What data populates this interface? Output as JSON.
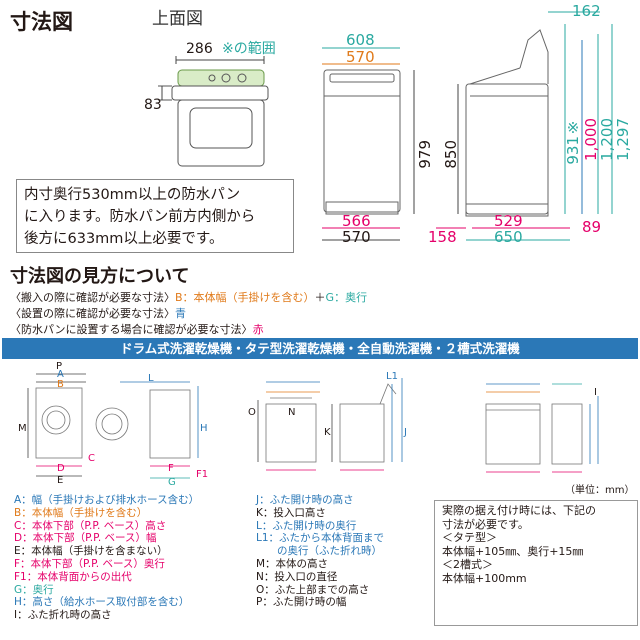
{
  "header": {
    "title": "寸法図",
    "subtitle": "上面図"
  },
  "top_view": {
    "width_label": "286",
    "range_label": "※の範囲",
    "depth_label": "83"
  },
  "note": {
    "lines": [
      "内寸奥行530mm以上の防水パン",
      "に入ります。防水パン前方内側から",
      "後方に633mm以上必要です。"
    ]
  },
  "front_view": {
    "top_width_608": "608",
    "top_width_570": "570",
    "height_979": "979",
    "bottom_566": "566",
    "bottom_570": "570"
  },
  "side_view": {
    "top_162": "162",
    "h_850": "850",
    "h_931": "931※",
    "h_1000": "1,000",
    "h_1200": "1,200",
    "h_1297": "1,297",
    "left_158": "158",
    "bottom_529": "529",
    "bottom_650": "650",
    "right_89": "89"
  },
  "howto": {
    "title": "寸法図の見方について",
    "line1": {
      "a": "〈搬入の際に確認が必要な寸法〉",
      "b": "B：本体幅（手掛けを含む）",
      "c": "＋",
      "d": "G：奥行"
    },
    "line2": {
      "a": "〈設置の際に確認が必要な寸法〉",
      "b": "青"
    },
    "line3": {
      "a": "〈防水パンに設置する場合に確認が必要な寸法〉",
      "b": "赤"
    }
  },
  "banner": "ドラム式洗濯乾燥機・タテ型洗濯乾燥機・全自動洗濯機・２槽式洗濯機",
  "diagram_letters": [
    "P",
    "A",
    "B",
    "L",
    "M",
    "H",
    "C",
    "D",
    "E",
    "F",
    "F1",
    "G",
    "K",
    "J",
    "L1",
    "N",
    "O",
    "I"
  ],
  "legend_left": [
    {
      "text": "A：幅（手掛けおよび排水ホース含む）",
      "color": "#2b78b7"
    },
    {
      "text": "B：本体幅（手掛けを含む）",
      "color": "#e07a1a"
    },
    {
      "text": "C：本体下部（P.P. ベース）高さ",
      "color": "#e5006a"
    },
    {
      "text": "D：本体下部（P.P. ベース）幅",
      "color": "#e5006a"
    },
    {
      "text": "E：本体幅（手掛けを含まない）",
      "color": "#231815"
    },
    {
      "text": "F：本体下部（P.P. ベース）奥行",
      "color": "#e5006a"
    },
    {
      "text": "F1：本体背面からの出代",
      "color": "#e5006a"
    },
    {
      "text": "G：奥行",
      "color": "#2aa9a0"
    },
    {
      "text": "H：高さ（給水ホース取付部を含む）",
      "color": "#2b78b7"
    },
    {
      "text": "I：ふた折れ時の高さ",
      "color": "#231815"
    }
  ],
  "legend_mid": [
    {
      "text": "J：ふた開け時の高さ",
      "color": "#2b78b7"
    },
    {
      "text": "K：投入口高さ",
      "color": "#231815"
    },
    {
      "text": "L：ふた開け時の奥行",
      "color": "#2b78b7"
    },
    {
      "text": "L1：ふたから本体背面まで",
      "color": "#2b78b7"
    },
    {
      "text": "　　の奥行（ふた折れ時）",
      "color": "#2b78b7"
    },
    {
      "text": "M：本体の高さ",
      "color": "#231815"
    },
    {
      "text": "N：投入口の直径",
      "color": "#231815"
    },
    {
      "text": "O：ふた上部までの高さ",
      "color": "#231815"
    },
    {
      "text": "P：ふた開け時の幅",
      "color": "#231815"
    }
  ],
  "unit_label": "（単位：mm）",
  "info_box": {
    "lines": [
      "実際の据え付け時には、下記の",
      "寸法が必要です。",
      "＜タテ型＞",
      "本体幅+105㎜、奥行+15㎜",
      "＜2槽式＞",
      "本体幅+100mm"
    ]
  },
  "colors": {
    "orange": "#e07a1a",
    "green": "#2aa9a0",
    "magenta": "#e5006a",
    "blue": "#2b78b7",
    "ink": "#231815"
  }
}
